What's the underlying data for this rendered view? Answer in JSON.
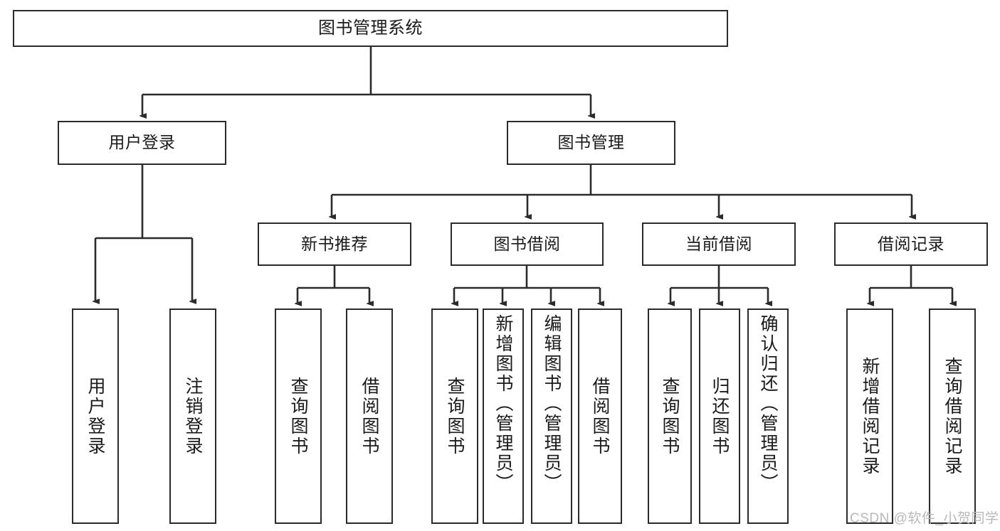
{
  "diagram": {
    "title": "图书管理系统",
    "type": "tree-hierarchy-diagram",
    "colors": {
      "stroke": "#2b2b2b",
      "fill": "#ffffff",
      "text": "#1a1a1a",
      "watermark": "#b9b9b9"
    },
    "nodes": {
      "root": {
        "label": "图书管理系统"
      },
      "level2": [
        {
          "id": "user-login",
          "label": "用户登录"
        },
        {
          "id": "book-management",
          "label": "图书管理"
        }
      ],
      "level3": [
        {
          "id": "new-book-recommend",
          "label": "新书推荐"
        },
        {
          "id": "book-borrow",
          "label": "图书借阅"
        },
        {
          "id": "current-borrow",
          "label": "当前借阅"
        },
        {
          "id": "borrow-record",
          "label": "借阅记录"
        }
      ],
      "leaves": [
        {
          "id": "user-login-leaf",
          "label": "用户登录"
        },
        {
          "id": "logout-leaf",
          "label": "注销登录"
        },
        {
          "id": "query-book-1",
          "label": "查询图书"
        },
        {
          "id": "borrow-book-1",
          "label": "借阅图书"
        },
        {
          "id": "query-book-2",
          "label": "查询图书"
        },
        {
          "id": "add-book-admin",
          "label": "新增图书（管理员）"
        },
        {
          "id": "edit-book-admin",
          "label": "编辑图书（管理员）"
        },
        {
          "id": "borrow-book-2",
          "label": "借阅图书"
        },
        {
          "id": "query-book-3",
          "label": "查询图书"
        },
        {
          "id": "return-book",
          "label": "归还图书"
        },
        {
          "id": "confirm-return-admin",
          "label": "确认归还（管理员）"
        },
        {
          "id": "add-borrow-record",
          "label": "新增借阅记录"
        },
        {
          "id": "query-borrow-record",
          "label": "查询借阅记录"
        }
      ]
    },
    "watermark": "CSDN @软件_小贺同学"
  }
}
